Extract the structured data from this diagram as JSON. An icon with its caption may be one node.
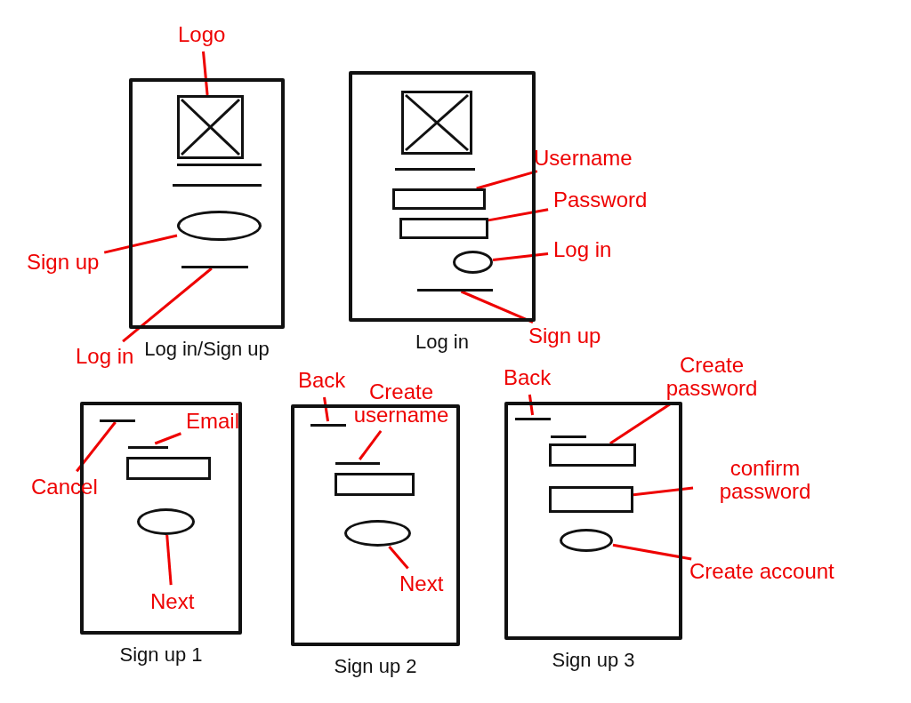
{
  "diagram": {
    "nodes": [
      {
        "text": [
          "Log in/Sign up"
        ]
      },
      {
        "text": [],
        "shape": "box",
        "in": 0
      },
      {
        "text": [],
        "shape": "oval",
        "in": 0
      },
      {
        "text": [],
        "shape": "line",
        "in": 0
      },
      {
        "text": [
          "Logo"
        ]
      },
      {
        "text": [
          "Sign up"
        ]
      },
      {
        "text": [
          "Log in"
        ]
      },
      {
        "text": [
          "Log in"
        ]
      },
      {
        "text": [],
        "shape": "box",
        "in": 7
      },
      {
        "text": [],
        "shape": "box",
        "in": 7
      },
      {
        "text": [],
        "shape": "box",
        "in": 7
      },
      {
        "text": [],
        "shape": "oval",
        "in": 7
      },
      {
        "text": [],
        "shape": "line",
        "in": 7
      },
      {
        "text": [
          "Username"
        ]
      },
      {
        "text": [
          "Password"
        ]
      },
      {
        "text": [
          "Log in"
        ]
      },
      {
        "text": [
          "Sign up"
        ]
      },
      {
        "text": [
          "Sign up 1"
        ]
      },
      {
        "text": [],
        "shape": "line",
        "in": 17
      },
      {
        "text": [],
        "shape": "line",
        "in": 17
      },
      {
        "text": [],
        "shape": "box",
        "in": 17
      },
      {
        "text": [],
        "shape": "oval",
        "in": 17
      },
      {
        "text": [
          "Cancel"
        ]
      },
      {
        "text": [
          "Email"
        ],
        "in": 17
      },
      {
        "text": [
          "Next"
        ],
        "in": 17
      },
      {
        "text": [
          "Sign up 2"
        ]
      },
      {
        "text": [],
        "shape": "line",
        "in": 25
      },
      {
        "text": [],
        "shape": "line",
        "in": 25
      },
      {
        "text": [],
        "shape": "box",
        "in": 25
      },
      {
        "text": [],
        "shape": "oval",
        "in": 25
      },
      {
        "text": [
          "Back"
        ]
      },
      {
        "text": [
          "Create username"
        ]
      },
      {
        "text": [
          "Next"
        ],
        "in": 25
      },
      {
        "text": [
          "Sign up 3"
        ]
      },
      {
        "text": [],
        "shape": "line",
        "in": 33
      },
      {
        "text": [],
        "shape": "box",
        "in": 33
      },
      {
        "text": [],
        "shape": "box",
        "in": 33
      },
      {
        "text": [],
        "shape": "oval",
        "in": 33
      },
      {
        "text": [
          "Back"
        ]
      },
      {
        "text": [
          "Create password"
        ]
      },
      {
        "text": [
          "confirm password"
        ]
      },
      {
        "text": [
          "Create account"
        ]
      }
    ],
    "edges": [
      {
        "from": 4,
        "to": 1,
        "arrow": "none"
      },
      {
        "from": 5,
        "to": 2,
        "arrow": "none"
      },
      {
        "from": 6,
        "to": 3,
        "arrow": "none"
      },
      {
        "from": 13,
        "to": 9,
        "arrow": "none"
      },
      {
        "from": 14,
        "to": 10,
        "arrow": "none"
      },
      {
        "from": 15,
        "to": 11,
        "arrow": "none"
      },
      {
        "from": 16,
        "to": 12,
        "arrow": "none"
      },
      {
        "from": 22,
        "to": 18,
        "arrow": "none"
      },
      {
        "from": 23,
        "to": 19,
        "arrow": "none"
      },
      {
        "from": 24,
        "to": 21,
        "arrow": "none"
      },
      {
        "from": 30,
        "to": 26,
        "arrow": "none"
      },
      {
        "from": 31,
        "to": 27,
        "arrow": "none"
      },
      {
        "from": 32,
        "to": 29,
        "arrow": "none"
      },
      {
        "from": 38,
        "to": 34,
        "arrow": "none"
      },
      {
        "from": 39,
        "to": 35,
        "arrow": "none"
      },
      {
        "from": 40,
        "to": 36,
        "arrow": "none"
      },
      {
        "from": 41,
        "to": 37,
        "arrow": "none"
      }
    ]
  }
}
